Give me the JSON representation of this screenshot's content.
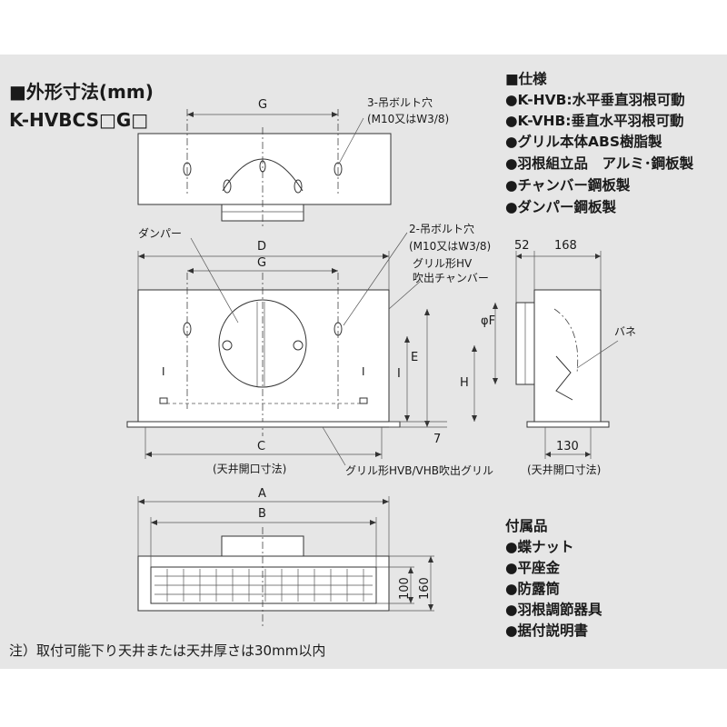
{
  "header": {
    "title": "■外形寸法(mm)",
    "model": "K-HVBCS□G□"
  },
  "specs": {
    "heading": "■仕様",
    "items": [
      "●K-HVB:水平垂直羽根可動",
      "●K-VHB:垂直水平羽根可動",
      "●グリル本体ABS樹脂製",
      "●羽根組立品　アルミ･鋼板製",
      "●チャンバー鋼板製",
      "●ダンパー鋼板製"
    ]
  },
  "accessories": {
    "heading": "付属品",
    "items": [
      "●蝶ナット",
      "●平座金",
      "●防露筒",
      "●羽根調節器具",
      "●据付説明書"
    ]
  },
  "labels": {
    "bolt3": "3-吊ボルト穴",
    "bolt3_spec": "(M10又はW3/8)",
    "bolt2": "2-吊ボルト穴",
    "bolt2_spec": "(M10又はW3/8)",
    "damper": "ダンパー",
    "grille_hv_1": "グリル形HV",
    "grille_hv_2": "吹出チャンバー",
    "spring": "バネ",
    "ceiling_open_1": "(天井開口寸法)",
    "ceiling_open_2": "(天井開口寸法)",
    "grille_hvb": "グリル形HVB/VHB吹出グリル"
  },
  "dimensions": {
    "top_G": "G",
    "front_D": "D",
    "front_G": "G",
    "front_C": "C",
    "front_E": "E",
    "front_I": "I",
    "front_7": "7",
    "front_I_mark_left": "I",
    "front_I_mark_right": "I",
    "side_52": "52",
    "side_168": "168",
    "side_phiF": "φF",
    "side_H": "H",
    "side_130": "130",
    "bottom_A": "A",
    "bottom_B": "B",
    "bottom_100": "100",
    "bottom_160": "160"
  },
  "note": "注）取付可能下り天井または天井厚さは30mm以内"
}
